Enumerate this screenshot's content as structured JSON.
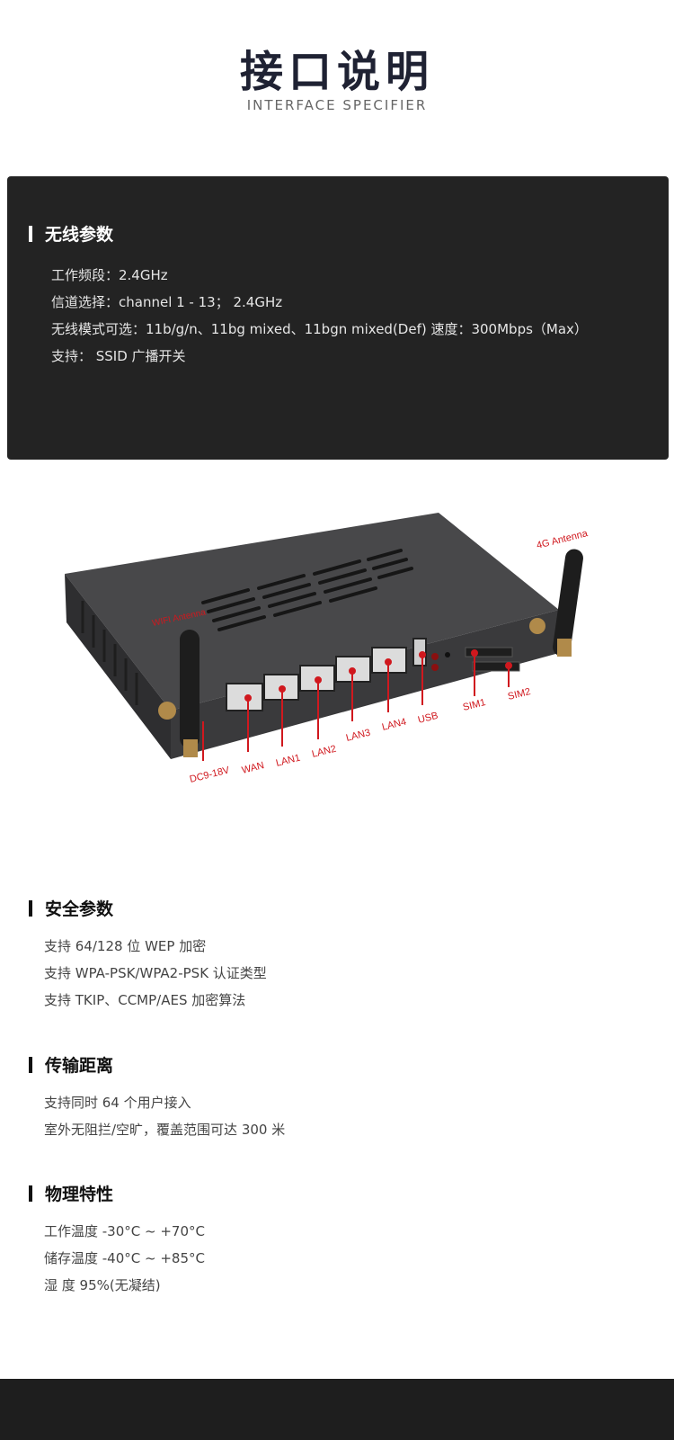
{
  "header": {
    "title": "接口说明",
    "subtitle": "INTERFACE SPECIFIER"
  },
  "wireless": {
    "heading": "无线参数",
    "lines": [
      "工作频段：2.4GHz",
      "信道选择：channel 1 - 13； 2.4GHz",
      "无线模式可选：11b/g/n、11bg mixed、11bgn mixed(Def) 速度：300Mbps（Max）",
      "支持： SSID 广播开关"
    ]
  },
  "device": {
    "labels": {
      "wifi_antenna": "WIFI Antenna",
      "antenna_4g": "4G Antenna",
      "dc": "DC9-18V",
      "wan": "WAN",
      "lan1": "LAN1",
      "lan2": "LAN2",
      "lan3": "LAN3",
      "lan4": "LAN4",
      "usb": "USB",
      "sim1": "SIM1",
      "sim2": "SIM2"
    },
    "colors": {
      "label": "#d0181e",
      "body": "#3a3a3c",
      "top": "#4a4a4c"
    }
  },
  "security": {
    "heading": "安全参数",
    "lines": [
      "支持 64/128 位 WEP 加密",
      "支持 WPA-PSK/WPA2-PSK 认证类型",
      "支持 TKIP、CCMP/AES 加密算法"
    ]
  },
  "distance": {
    "heading": "传输距离",
    "lines": [
      "支持同时 64 个用户接入",
      "室外无阻拦/空旷，覆盖范围可达 300 米"
    ]
  },
  "physical": {
    "heading": "物理特性",
    "lines": [
      "工作温度  -30°C ~ +70°C",
      "储存温度  -40°C ~ +85°C",
      "湿      度     95%(无凝结)"
    ]
  }
}
